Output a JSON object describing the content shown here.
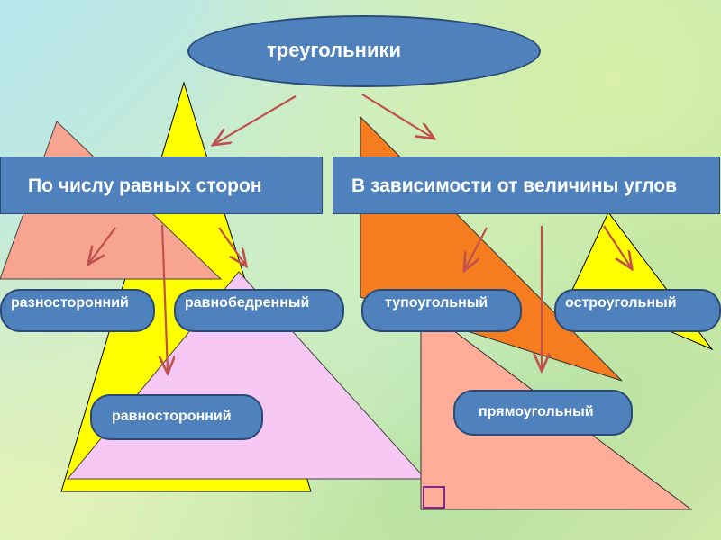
{
  "title": "треугольники",
  "categories": {
    "by_sides": "По числу равных сторон",
    "by_angles": "В зависимости от величины углов"
  },
  "by_sides_items": {
    "scalene": "разносторонний",
    "isosceles": "равнобедренный",
    "equilateral": "равносторонний"
  },
  "by_angles_items": {
    "obtuse": "тупоугольный",
    "acute": "остроугольный",
    "right": "прямоугольный"
  },
  "colors": {
    "box_fill": "#4f81bd",
    "box_border": "#2a4a75",
    "arrow": "#c0504d",
    "yellow": "#ffff00",
    "salmon": "#f7a590",
    "pink": "#f8c8f4",
    "orange": "#f57d20",
    "right_triangle": "#ffac99"
  }
}
